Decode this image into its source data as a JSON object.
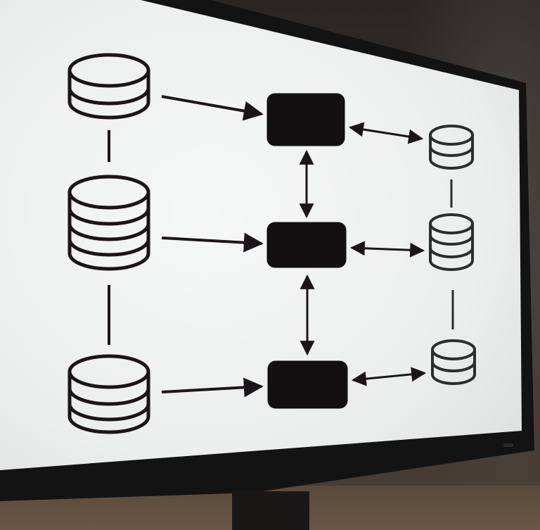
{
  "monitor": {
    "brand_text": "",
    "bezel_color": "#141313",
    "screen_color": "#eef0ef"
  },
  "diagram": {
    "stroke_color": "#1b1519",
    "node_fill": "#121010",
    "databases": [
      {
        "column": "left",
        "row": 1,
        "discs": 2
      },
      {
        "column": "left",
        "row": 2,
        "discs": 4
      },
      {
        "column": "left",
        "row": 3,
        "discs": 3
      },
      {
        "column": "right",
        "row": 1,
        "discs": 2
      },
      {
        "column": "right",
        "row": 2,
        "discs": 3
      },
      {
        "column": "right",
        "row": 3,
        "discs": 2
      }
    ],
    "nodes": [
      {
        "row": 1
      },
      {
        "row": 2
      },
      {
        "row": 3
      }
    ]
  }
}
